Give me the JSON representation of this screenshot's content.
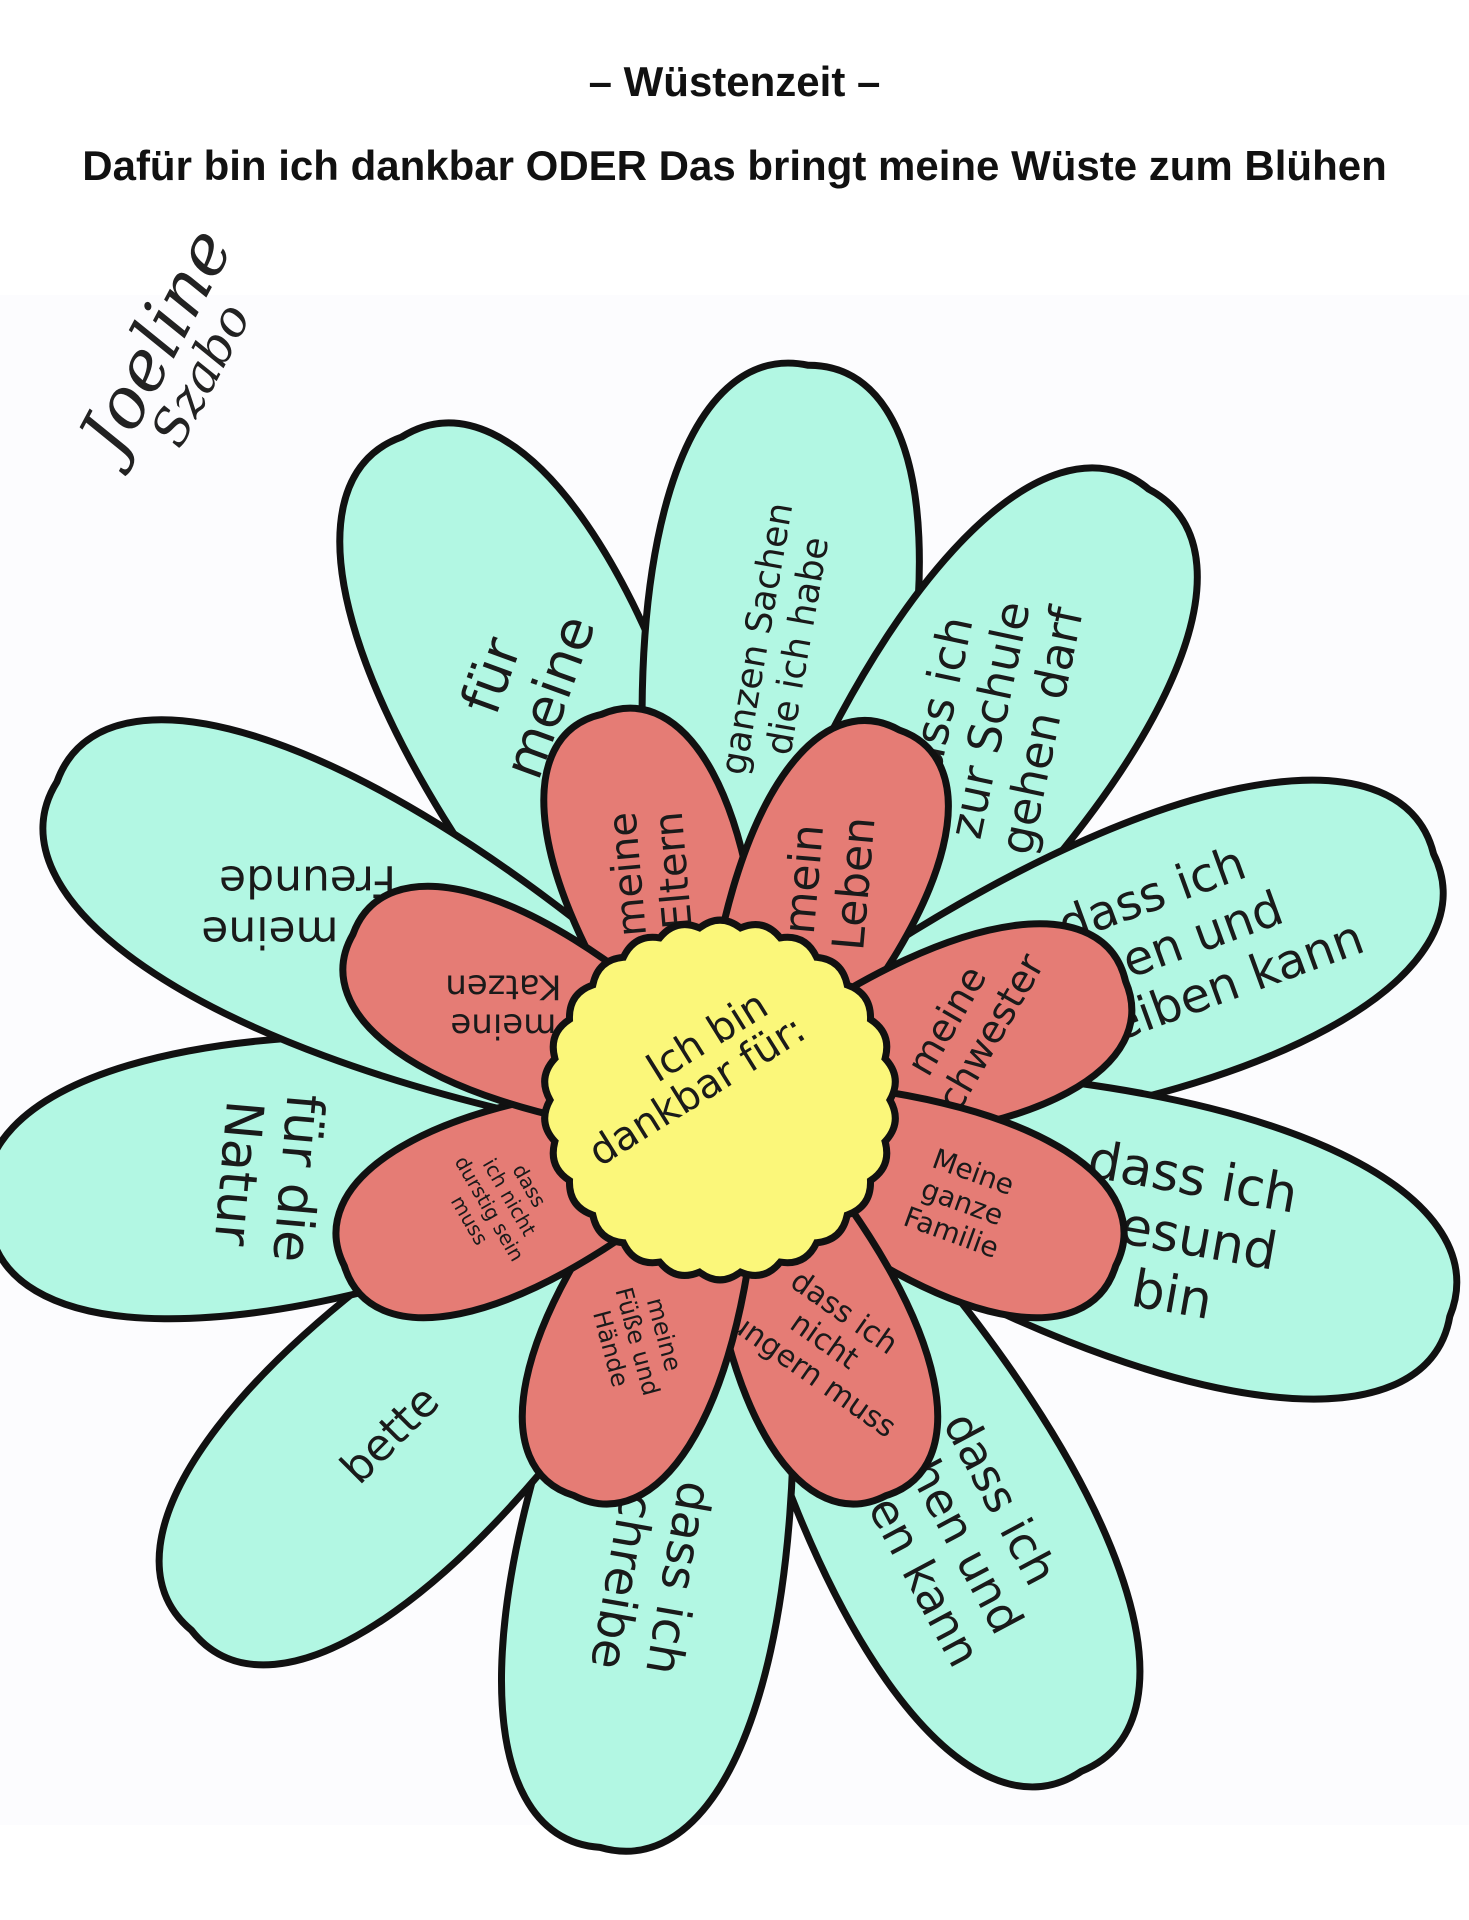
{
  "title": "– Wüstenzeit –",
  "subtitle": "Dafür bin ich dankbar ODER Das bringt meine Wüste zum Blühen",
  "signature": [
    "Joeline",
    "Szabo"
  ],
  "center": {
    "text": [
      "Ich bin",
      "dankbar für:"
    ]
  },
  "inner_petals": [
    {
      "lines": [
        "meine",
        "Eltern"
      ]
    },
    {
      "lines": [
        "mein",
        "Leben"
      ]
    },
    {
      "lines": [
        "meine",
        "Schwester"
      ]
    },
    {
      "lines": [
        "Meine",
        "ganze",
        "Familie"
      ]
    },
    {
      "lines": [
        "dass ich",
        "nicht",
        "hungern muss"
      ]
    },
    {
      "lines": [
        "meine",
        "Füße und",
        "Hände"
      ]
    },
    {
      "lines": [
        "dass",
        "ich nicht",
        "durstig sein",
        "muss"
      ]
    },
    {
      "lines": [
        "meine",
        "Katzen"
      ]
    }
  ],
  "outer_petals": [
    {
      "lines": [
        "für",
        "meine"
      ]
    },
    {
      "lines": [
        "ganzen Sachen",
        "die ich habe"
      ]
    },
    {
      "lines": [
        "dass ich",
        "zur Schule",
        "gehen darf"
      ]
    },
    {
      "lines": [
        "dass ich",
        "lesen und",
        "schreiben kann"
      ]
    },
    {
      "lines": [
        "dass ich",
        "gesund",
        "bin"
      ]
    },
    {
      "lines": [
        "dass ich",
        "sehen und",
        "hören kann"
      ]
    },
    {
      "lines": [
        "dass ich",
        "schreibe"
      ]
    },
    {
      "lines": [
        "bette"
      ]
    },
    {
      "lines": [
        "für die",
        "Natur"
      ]
    },
    {
      "lines": [
        "für meine",
        "Freunde"
      ]
    }
  ],
  "colors": {
    "outer_petal": "#b2f7e3",
    "inner_petal": "#e57c75",
    "center": "#fbf77a",
    "outline": "#111111"
  }
}
